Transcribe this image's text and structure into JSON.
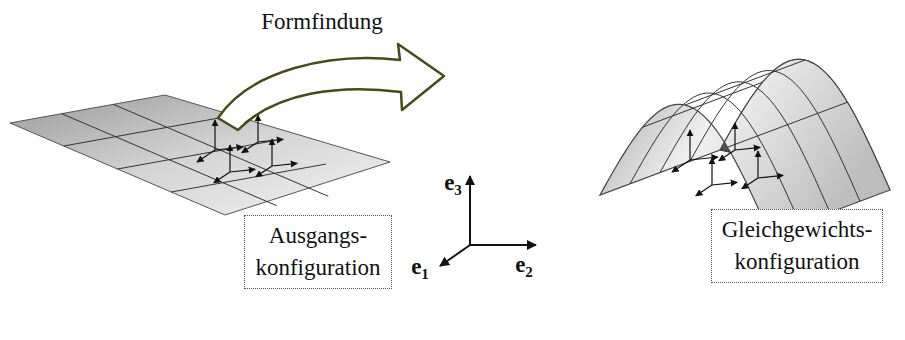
{
  "diagram": {
    "nodes": [
      {
        "text": [
          "Ausgangs- konfiguration"
        ]
      },
      {
        "text": [
          "Gleichgewichts- konfiguration"
        ]
      }
    ],
    "labels": [
      "Formfindung",
      "e3",
      "e1",
      "e2"
    ]
  }
}
